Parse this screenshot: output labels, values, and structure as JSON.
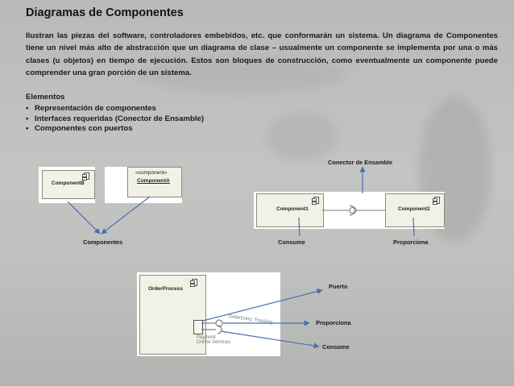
{
  "title": "Diagramas de Componentes",
  "description": "Ilustran las piezas del software, controladores embebidos, etc. que conformarán un sistema. Un diagrama de Componentes tiene un nivel más alto de abstracción que un diagrama de clase – usualmente un componente se implementa por una o más clases (u objetos) en tiempo de ejecución. Estos son bloques de construcción, como eventualmente un componente puede comprender una gran porción de un sistema.",
  "elements": {
    "heading": "Elementos",
    "items": [
      "Representación de componentes",
      "Interfaces requeridas (Conector de Ensamble)",
      "Componentes con puertos"
    ]
  },
  "diagram1": {
    "componentB": "ComponentB",
    "stereotype": "«component»",
    "componentA": "ComponentA",
    "caption": "Componentes"
  },
  "diagram2": {
    "component1": "Component1",
    "component2": "Component2",
    "connector_label": "Conector de Ensamble",
    "consume_label": "Consume",
    "provide_label": "Proporciona"
  },
  "diagram3": {
    "component": "OrderProcess",
    "interface_provided": "OrderEntry, Tracking",
    "interface_required": "Payment\nOnline Services",
    "port_label": "Puerto",
    "provide_label": "Proporciona",
    "consume_label": "Consume"
  },
  "colors": {
    "arrow": "#4a6fb0",
    "component_fill": "#f1f1e6",
    "panel": "#ffffff"
  }
}
